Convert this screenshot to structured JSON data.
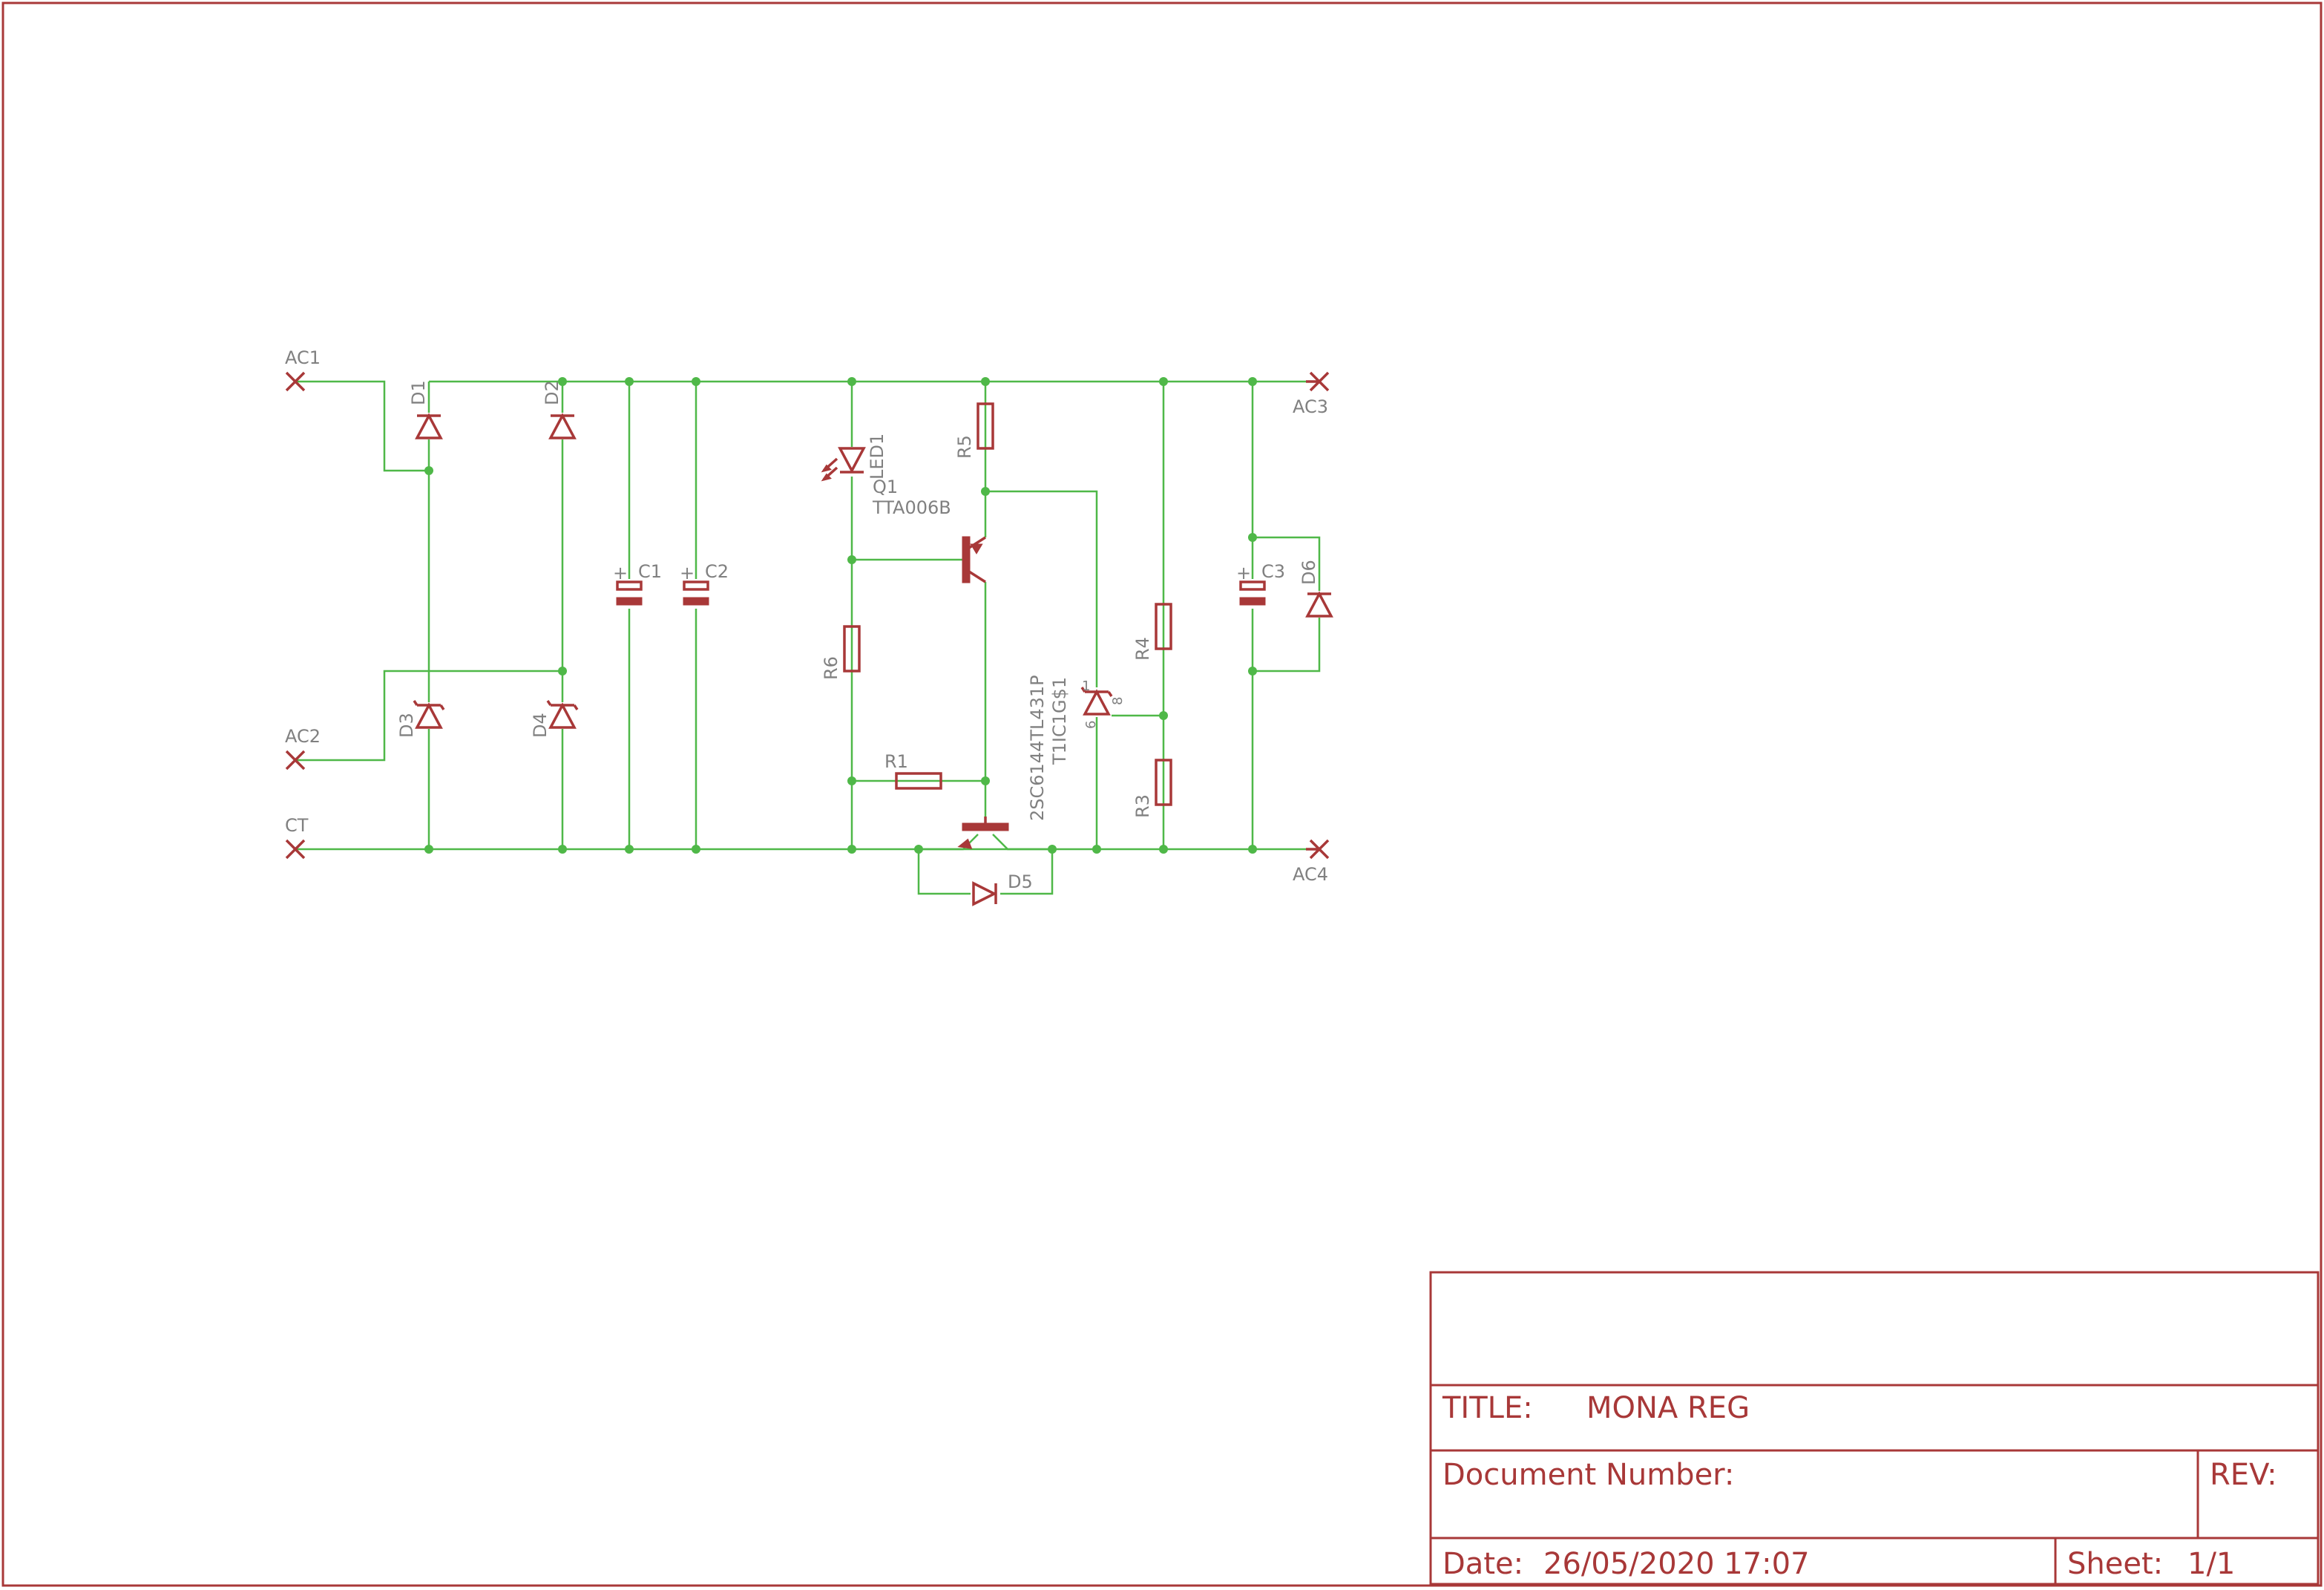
{
  "title_block": {
    "title_label": "TITLE:",
    "title": "MONA REG",
    "doc_number_label": "Document Number:",
    "rev_label": "REV:",
    "date_label": "Date:",
    "date": "26/05/2020 17:07",
    "sheet_label": "Sheet:",
    "sheet": "1/1"
  },
  "colors": {
    "frame": "#a83838",
    "wire": "#4fb848",
    "component": "#a83838",
    "label": "#808080"
  },
  "ports": {
    "ac1": "AC1",
    "ac2": "AC2",
    "ct": "CT",
    "ac3": "AC3",
    "ac4": "AC4"
  },
  "components": {
    "d1": "D1",
    "d2": "D2",
    "d3": "D3",
    "d4": "D4",
    "d5": "D5",
    "d6": "D6",
    "c1": "C1",
    "c2": "C2",
    "c3": "C3",
    "r1": "R1",
    "r3": "R3",
    "r4": "R4",
    "r5": "R5",
    "r6": "R6",
    "led1": "LED1",
    "q1": "Q1",
    "q1_value": "TTA006B",
    "q2_value": "2SC6144",
    "ic1": "TL431P",
    "ic1_ref": "T1IC1G$1",
    "pin_1": "1",
    "pin_6": "6",
    "pin_8": "8",
    "plus": "+"
  }
}
